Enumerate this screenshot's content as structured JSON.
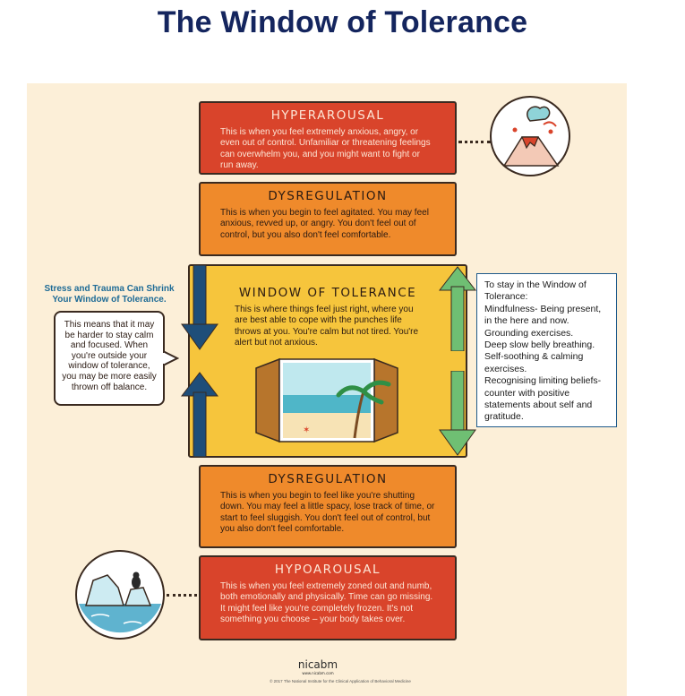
{
  "page_title": "The Window of Tolerance",
  "zones": {
    "hyper": {
      "heading": "HYPERAROUSAL",
      "body": "This is when you feel extremely anxious, angry, or even out of control. Unfamiliar or threatening feelings can overwhelm you, and you might want to fight or run away."
    },
    "dys_top": {
      "heading": "DYSREGULATION",
      "body": "This is when you begin to feel agitated. You may feel anxious, revved up, or angry.  You don't feel out of control, but you also don't feel comfortable."
    },
    "window": {
      "heading": "WINDOW OF TOLERANCE",
      "body": "This is where things feel just right, where you are best able to cope with the punches life throws at you. You're calm but not tired. You're alert but not anxious."
    },
    "dys_bottom": {
      "heading": "DYSREGULATION",
      "body": "This is when you begin to feel like you're shutting down. You may feel a little spacy, lose track of time, or start to feel sluggish. You don't feel out of control, but you also don't feel comfortable."
    },
    "hypo": {
      "heading": "HYPOAROUSAL",
      "body": "This is when you feel extremely zoned out and numb, both emotionally and physically. Time can go missing. It might feel like you're completely frozen. It's not something you choose – your body takes over."
    }
  },
  "left_caption_line1": "Stress and Trauma Can Shrink",
  "left_caption_line2": "Your Window of Tolerance.",
  "left_bubble": "This means that it may be harder to stay calm and focused. When you're outside your window of tolerance, you may be more easily thrown off balance.",
  "right_panel": [
    "To stay in the Window of Tolerance:",
    "Mindfulness- Being present, in the here and now.",
    "Grounding exercises.",
    "Deep slow belly breathing.",
    "Self-soothing & calming exercises.",
    "Recognising limiting beliefs- counter with positive statements about self and gratitude."
  ],
  "logo": {
    "name": "nicabm",
    "url": "www.nicabm.com"
  },
  "copyright": "©  2017  The National Institute for the Clinical Application of Behavioral Medicine",
  "icons": [
    "volcano-icon",
    "iceberg-penguin-icon",
    "window-beach-icon",
    "arrow-down-icon",
    "arrow-up-icon"
  ],
  "colors": {
    "title": "#14255e",
    "red": "#d9442b",
    "orange": "#ef8a2b",
    "yellow": "#f6c53c",
    "navy_arrow": "#1f4e79",
    "green_arrow": "#6fbf73",
    "caption_blue": "#1e6b96"
  }
}
